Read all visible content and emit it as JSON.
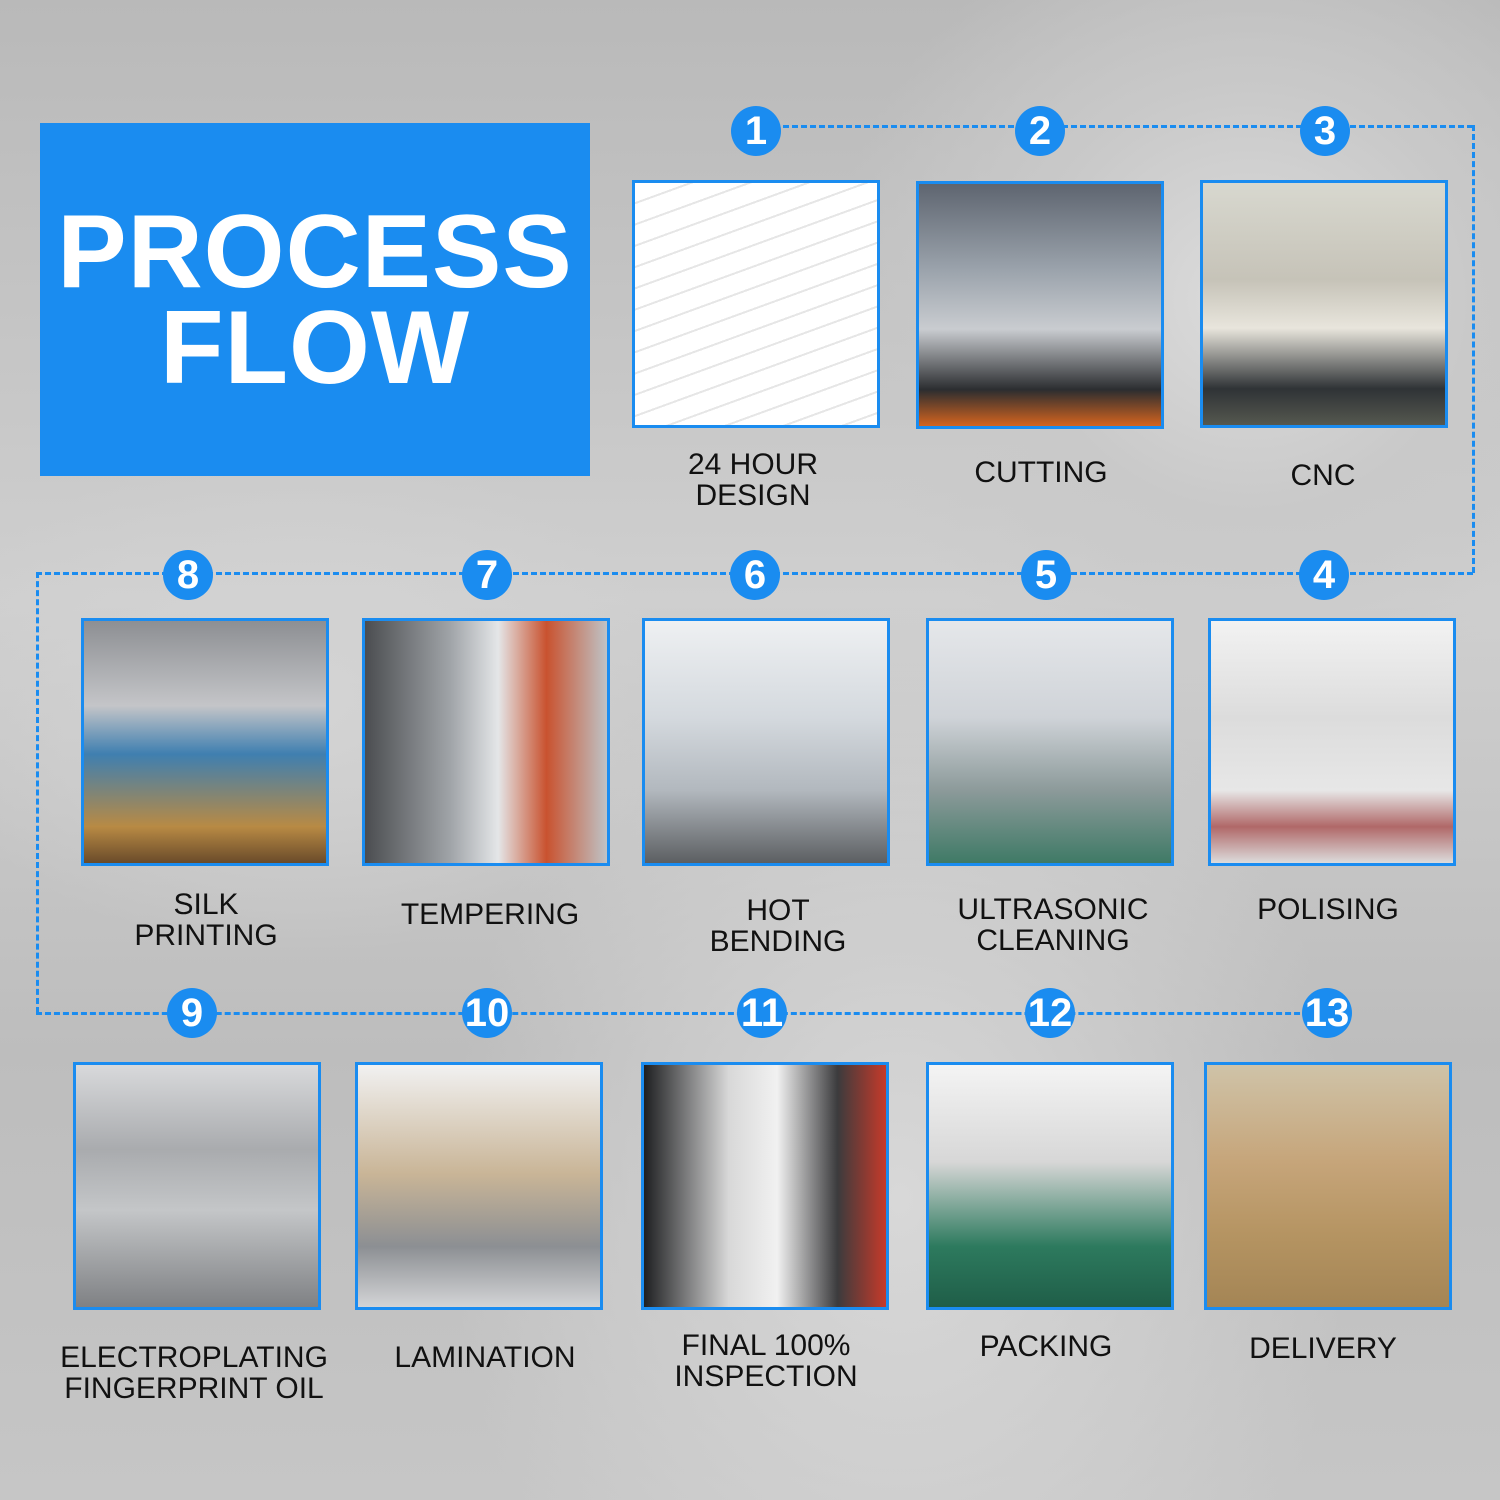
{
  "title": {
    "line1": "PROCESS",
    "line2": "FLOW"
  },
  "accent_color": "#1a8cf0",
  "steps": [
    {
      "number": "1",
      "label_lines": [
        "24 HOUR",
        "DESIGN"
      ]
    },
    {
      "number": "2",
      "label_lines": [
        "CUTTING"
      ]
    },
    {
      "number": "3",
      "label_lines": [
        "CNC"
      ]
    },
    {
      "number": "4",
      "label_lines": [
        "POLISING"
      ]
    },
    {
      "number": "5",
      "label_lines": [
        "ULTRASONIC",
        "CLEANING"
      ]
    },
    {
      "number": "6",
      "label_lines": [
        "HOT",
        "BENDING"
      ]
    },
    {
      "number": "7",
      "label_lines": [
        "TEMPERING"
      ]
    },
    {
      "number": "8",
      "label_lines": [
        "SILK",
        "PRINTING"
      ]
    },
    {
      "number": "9",
      "label_lines": [
        "ELECTROPLATING",
        "FINGERPRINT OIL"
      ]
    },
    {
      "number": "10",
      "label_lines": [
        "LAMINATION"
      ]
    },
    {
      "number": "11",
      "label_lines": [
        "FINAL 100%",
        "INSPECTION"
      ]
    },
    {
      "number": "12",
      "label_lines": [
        "PACKING"
      ]
    },
    {
      "number": "13",
      "label_lines": [
        "DELIVERY"
      ]
    }
  ]
}
